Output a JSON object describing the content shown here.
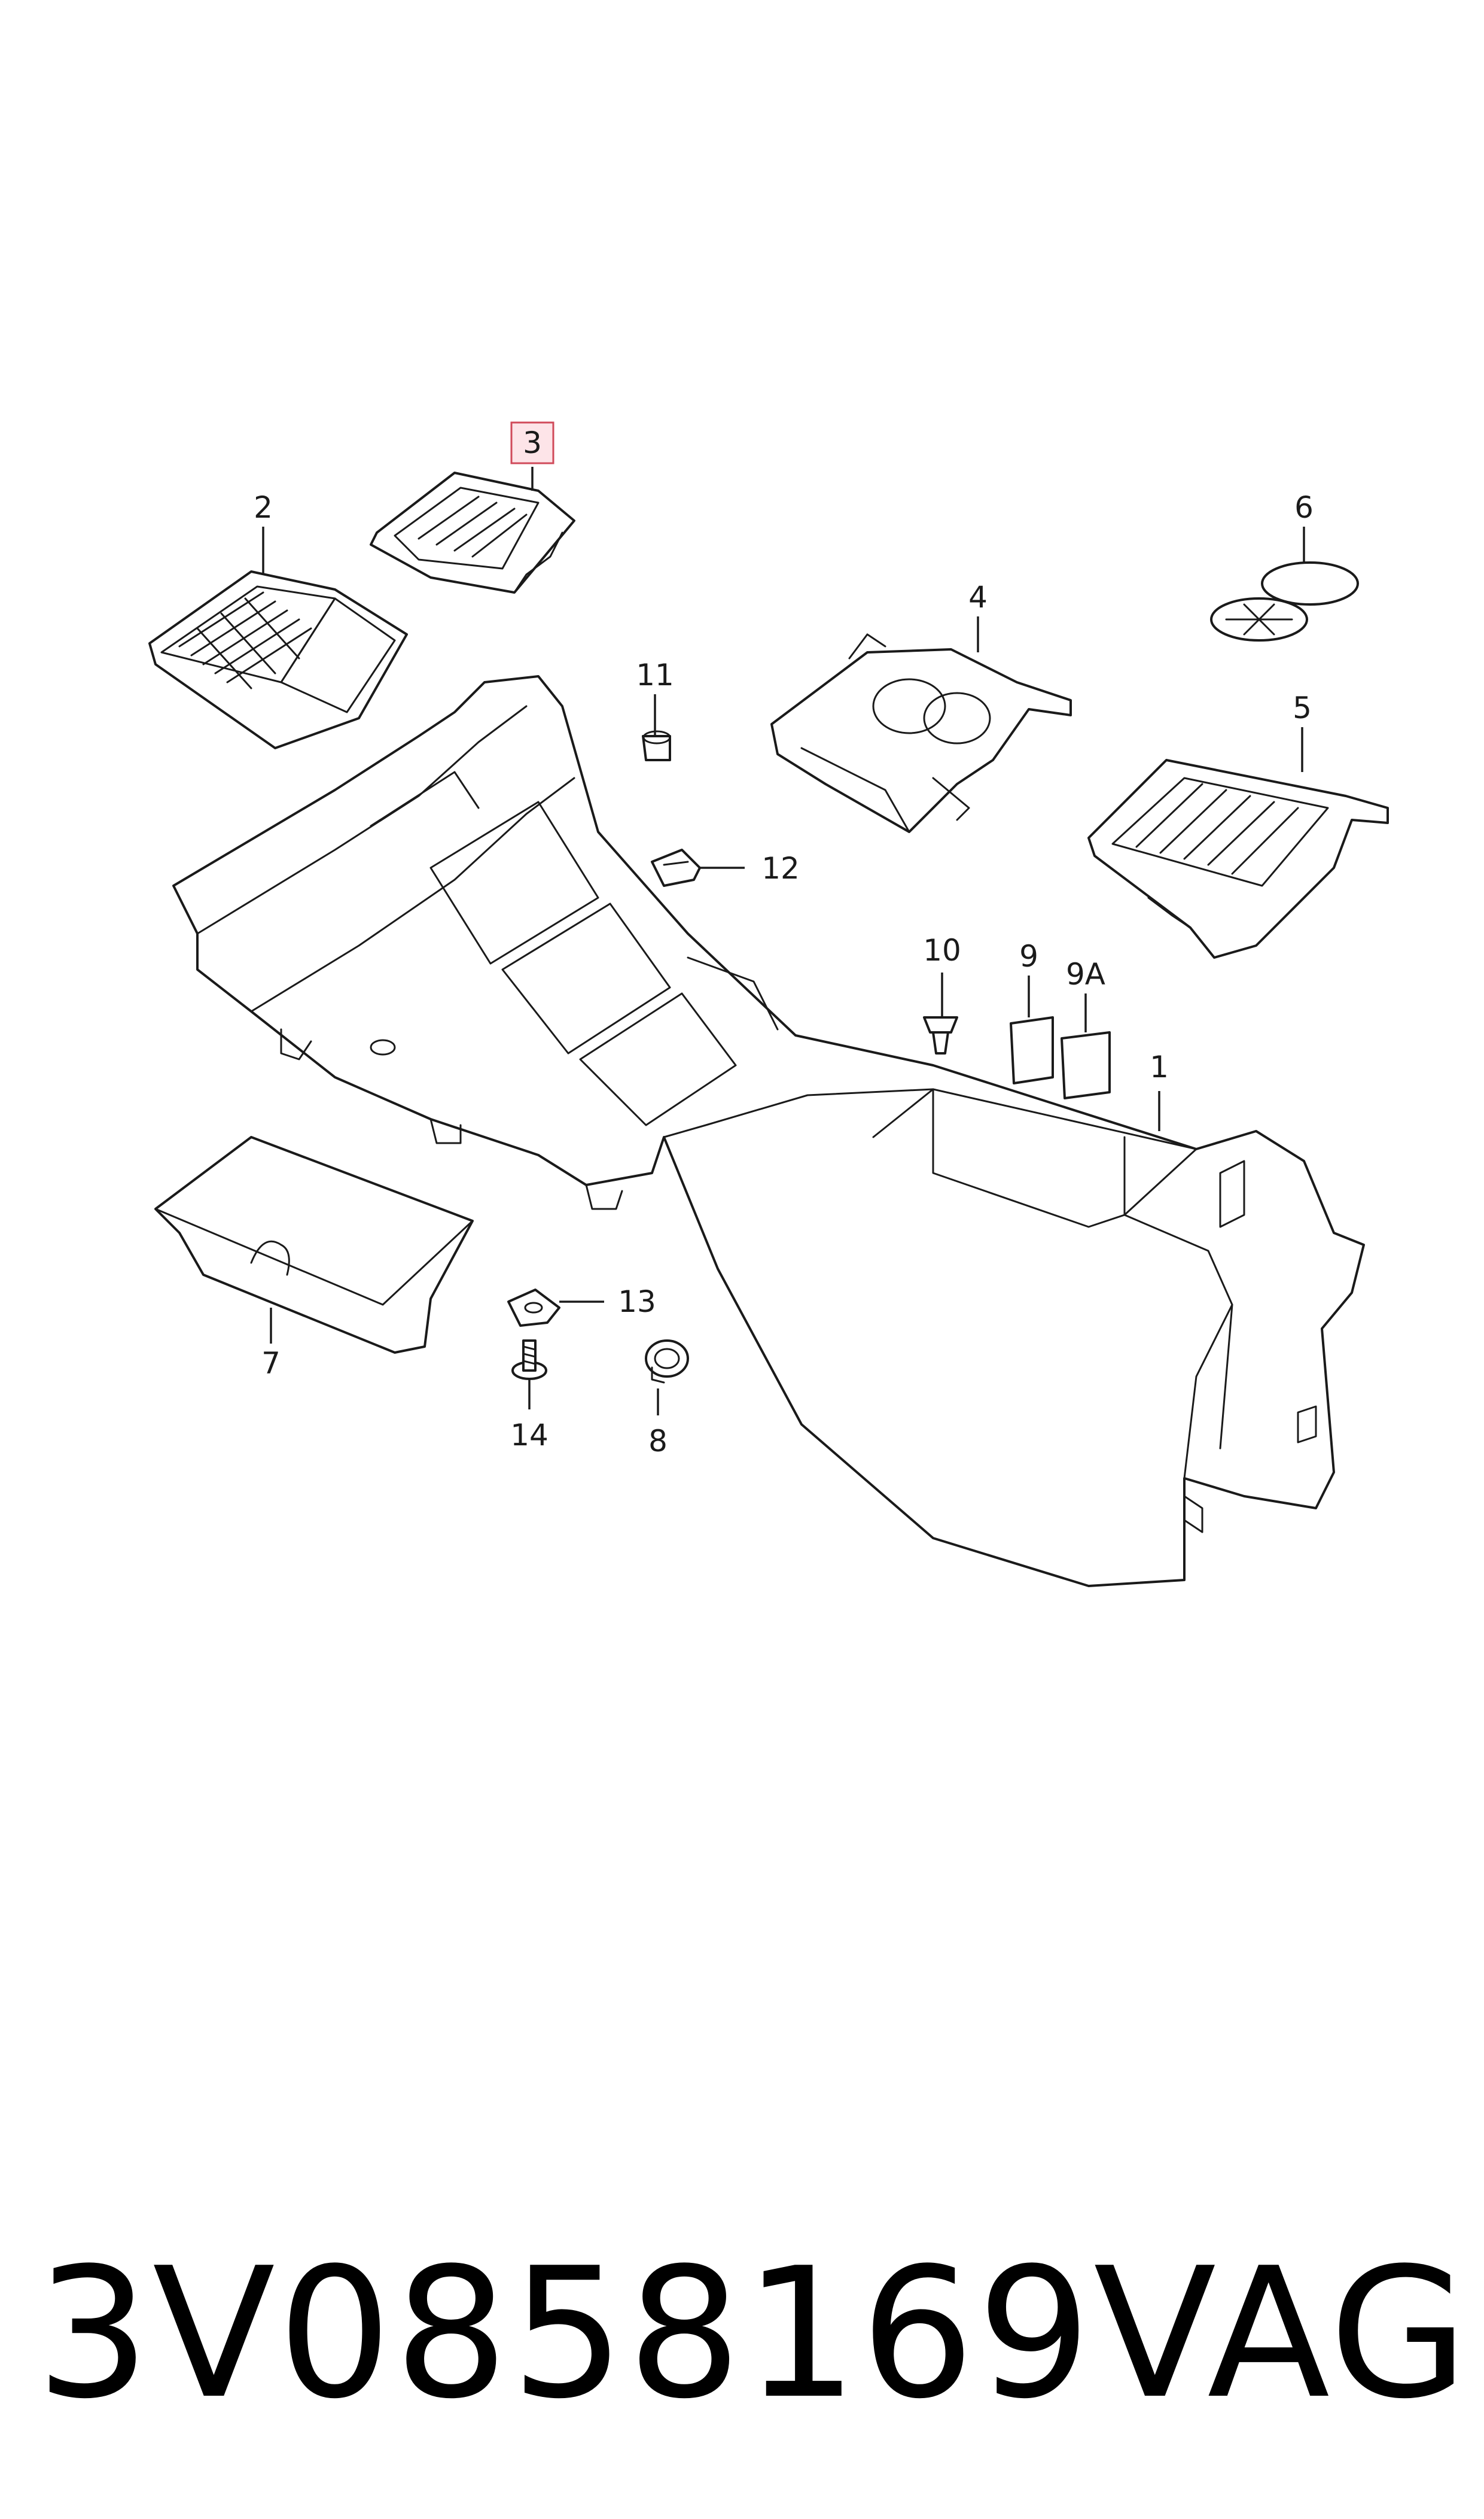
{
  "diagram": {
    "callouts": [
      "1",
      "2",
      "3",
      "4",
      "5",
      "6",
      "7",
      "8",
      "9",
      "9A",
      "10",
      "11",
      "12",
      "13",
      "14"
    ],
    "highlighted_callout": "3",
    "highlight_color": "#d04a5a"
  },
  "footer": {
    "part_number": "3V0858169",
    "brand": "VAG"
  }
}
